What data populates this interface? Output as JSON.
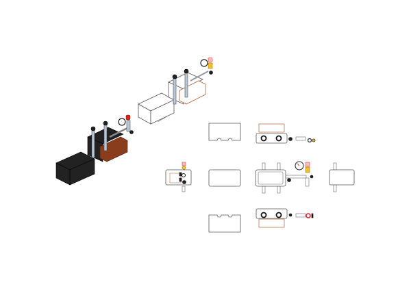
{
  "drawing": {
    "views": [
      "isometric-dark",
      "isometric-light",
      "top",
      "left",
      "front",
      "right",
      "bottom",
      "insulation-top",
      "insulation-front",
      "insulation-bottom"
    ],
    "colors": {
      "insulation_dark": "#222222",
      "heat_exchanger": "#8a3d1c",
      "safety_valve": "#d22222",
      "fitting_brass": "#f0c030",
      "pipe": "#b9c8d6",
      "outline": "#555555"
    }
  }
}
